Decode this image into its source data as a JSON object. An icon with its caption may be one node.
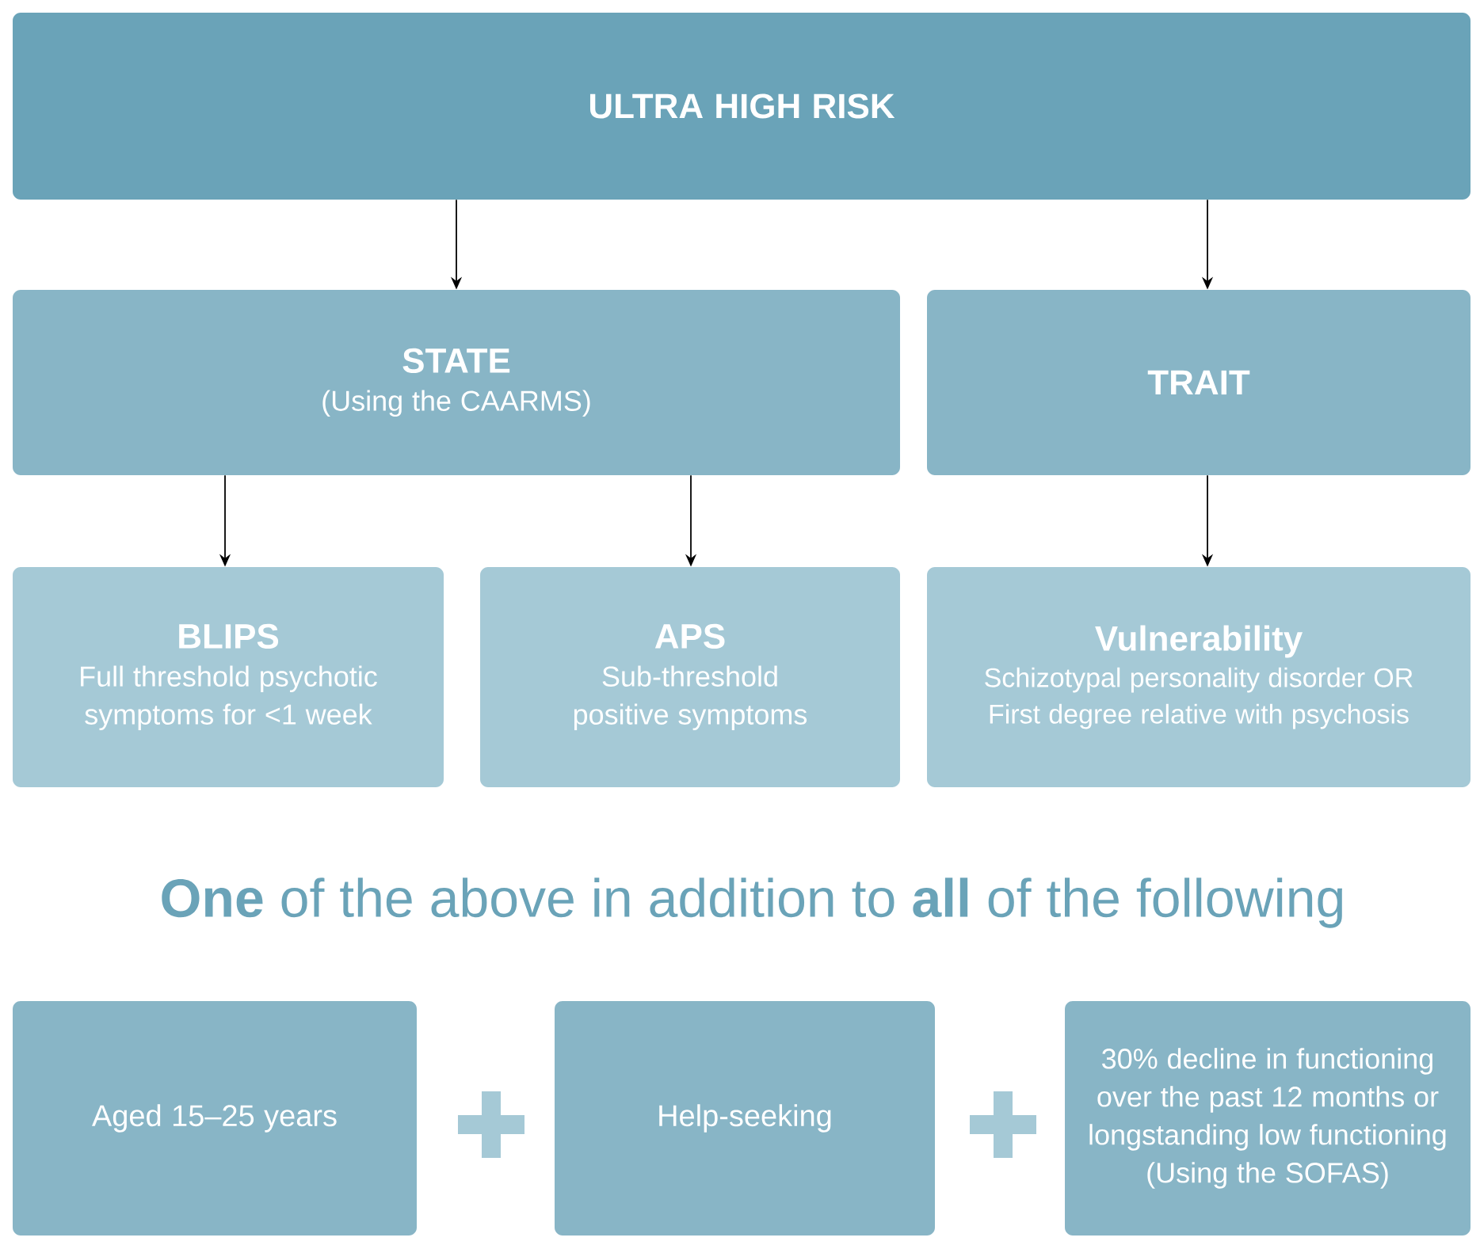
{
  "diagram": {
    "nodes": [
      {
        "text": [
          "ULTRA HIGH RISK"
        ]
      },
      {
        "text": [
          "STATE",
          "(Using the CAARMS)"
        ]
      },
      {
        "text": [
          "TRAIT"
        ]
      },
      {
        "text": [
          "BLIPS",
          "Full threshold psychotic symptoms for <1 week"
        ]
      },
      {
        "text": [
          "APS",
          "Sub-threshold positive symptoms"
        ]
      },
      {
        "text": [
          "Vulnerability",
          "Schizotypal personality disorder OR First degree relative with psychosis"
        ]
      },
      {
        "text": [
          "Aged 15–25 years"
        ]
      },
      {
        "text": [
          "Help-seeking"
        ]
      },
      {
        "text": [
          "30% decline in functioning over the past 12 months or longstanding low functioning",
          "(Using the SOFAS)"
        ]
      }
    ],
    "edges": [
      {
        "from": 0,
        "to": 1,
        "arrow": "to"
      },
      {
        "from": 0,
        "to": 2,
        "arrow": "to"
      },
      {
        "from": 1,
        "to": 3,
        "arrow": "to"
      },
      {
        "from": 1,
        "to": 4,
        "arrow": "to"
      },
      {
        "from": 2,
        "to": 5,
        "arrow": "to"
      }
    ],
    "labels": [
      "**One** of the above in addition to **all** of the following"
    ]
  }
}
